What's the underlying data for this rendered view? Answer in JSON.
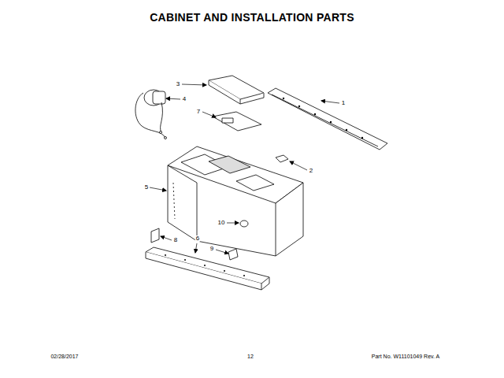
{
  "diagram": {
    "title": "CABINET AND INSTALLATION PARTS",
    "labels": [
      "3",
      "4",
      "1",
      "7",
      "2",
      "5",
      "10",
      "8",
      "6",
      "9",
      "02/28/2017",
      "12",
      "Part No. W11101049 Rev. A"
    ]
  }
}
